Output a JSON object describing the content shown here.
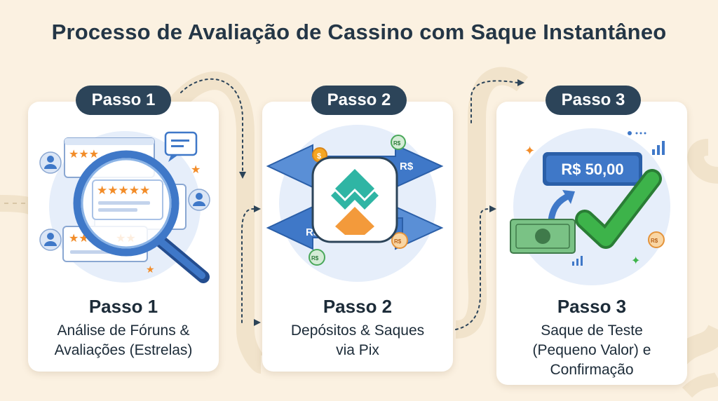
{
  "title": "Processo de Avaliação de Cassino com Saque Instantâneo",
  "steps": [
    {
      "badge": "Passo 1",
      "title": "Passo 1",
      "description": "Análise de Fóruns &\nAvaliações (Estrelas)",
      "icons": [
        "magnifying-glass-icon",
        "review-card-icon",
        "star-rating-icon",
        "user-avatar-icon",
        "chat-bubble-icon"
      ]
    },
    {
      "badge": "Passo 2",
      "title": "Passo 2",
      "description": "Depósitos & Saques\nvia Pix",
      "icons": [
        "pix-logo-icon",
        "transfer-arrows-icon",
        "coin-icon"
      ],
      "labels": {
        "currency": "R$"
      }
    },
    {
      "badge": "Passo 3",
      "title": "Passo 3",
      "description": "Saque de Teste\n(Pequeno Valor) e\nConfirmação",
      "icons": [
        "banknote-icon",
        "checkmark-icon",
        "growth-arrow-icon",
        "bar-chart-icon"
      ],
      "labels": {
        "amount": "R$ 50,00",
        "currency": "R$"
      }
    }
  ],
  "colors": {
    "background": "#fbf1e1",
    "badge": "#2c4459",
    "accent_blue": "#3f78c8",
    "star": "#f28c28",
    "check": "#3db34a",
    "pix_teal": "#2fb5a4",
    "pix_orange": "#f39a3b"
  }
}
